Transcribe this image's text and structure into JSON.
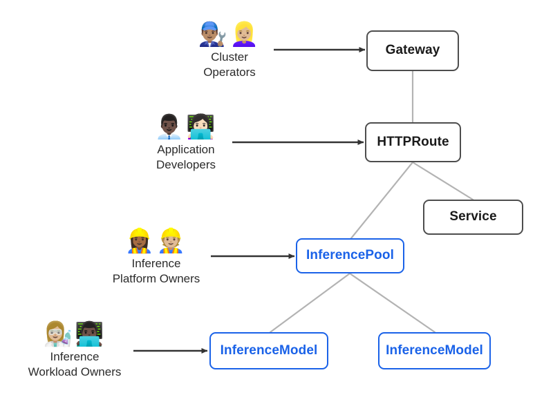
{
  "diagram": {
    "title": "Gateway API Inference Extension personas and resources",
    "background_color": "#ffffff",
    "k8s_border_color": "#4d4d4d",
    "k8s_text_color": "#1a1a1a",
    "gie_border_color": "#1a62e8",
    "gie_text_color": "#1a62e8",
    "edge_color": "#b3b3b3",
    "arrow_color": "#333333"
  },
  "nodes": [
    {
      "id": "gateway",
      "label": "Gateway",
      "kind": "k8s"
    },
    {
      "id": "httproute",
      "label": "HTTPRoute",
      "kind": "k8s"
    },
    {
      "id": "service",
      "label": "Service",
      "kind": "k8s"
    },
    {
      "id": "inferencepool",
      "label": "InferencePool",
      "kind": "gie"
    },
    {
      "id": "inferencemodel-left",
      "label": "InferenceModel",
      "kind": "gie"
    },
    {
      "id": "inferencemodel-right",
      "label": "InferenceModel",
      "kind": "gie"
    }
  ],
  "personas": [
    {
      "id": "cluster-operators",
      "emojis": "👨🏽‍🔧👱🏼‍♀️",
      "caption": "Cluster\nOperators",
      "targets": "gateway"
    },
    {
      "id": "application-developers",
      "emojis": "👨🏿‍💼👩🏻‍💻",
      "caption": "Application\nDevelopers",
      "targets": "httproute"
    },
    {
      "id": "inference-platform-owners",
      "emojis": "👷🏾‍♀️👷🏼",
      "caption": "Inference\nPlatform Owners",
      "targets": "inferencepool"
    },
    {
      "id": "inference-workload-owners",
      "emojis": "👩🏼‍🔬👨🏿‍💻",
      "caption": "Inference\nWorkload Owners",
      "targets": "inferencemodel-left"
    }
  ],
  "edges": [
    {
      "from": "gateway",
      "to": "httproute",
      "style": "plain"
    },
    {
      "from": "httproute",
      "to": "inferencepool",
      "style": "plain"
    },
    {
      "from": "httproute",
      "to": "service",
      "style": "plain"
    },
    {
      "from": "inferencepool",
      "to": "inferencemodel-left",
      "style": "plain"
    },
    {
      "from": "inferencepool",
      "to": "inferencemodel-right",
      "style": "plain"
    }
  ]
}
